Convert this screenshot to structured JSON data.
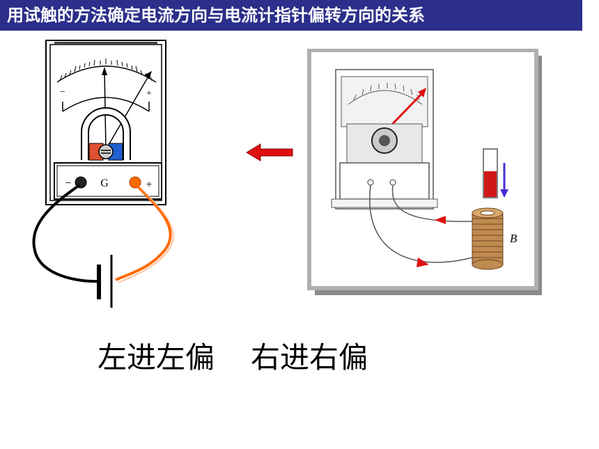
{
  "title": "用试触的方法确定电流方向与电流计指针偏转方向的关系",
  "meter": {
    "minus_scale_label": "−",
    "plus_scale_label": "+",
    "terminal_minus_label": "−",
    "terminal_g_label": "G",
    "terminal_plus_label": "+"
  },
  "coil": {
    "label": "B"
  },
  "captions": {
    "left": "左进左偏",
    "right": "右进右偏"
  },
  "colors": {
    "title_bg": "#2b2f8a",
    "wire_orange": "#ff6a00",
    "arrow_red": "#e01010",
    "arrow_blue": "#4b2bd6",
    "magnet_red": "#e05030",
    "magnet_blue": "#2060d0"
  }
}
